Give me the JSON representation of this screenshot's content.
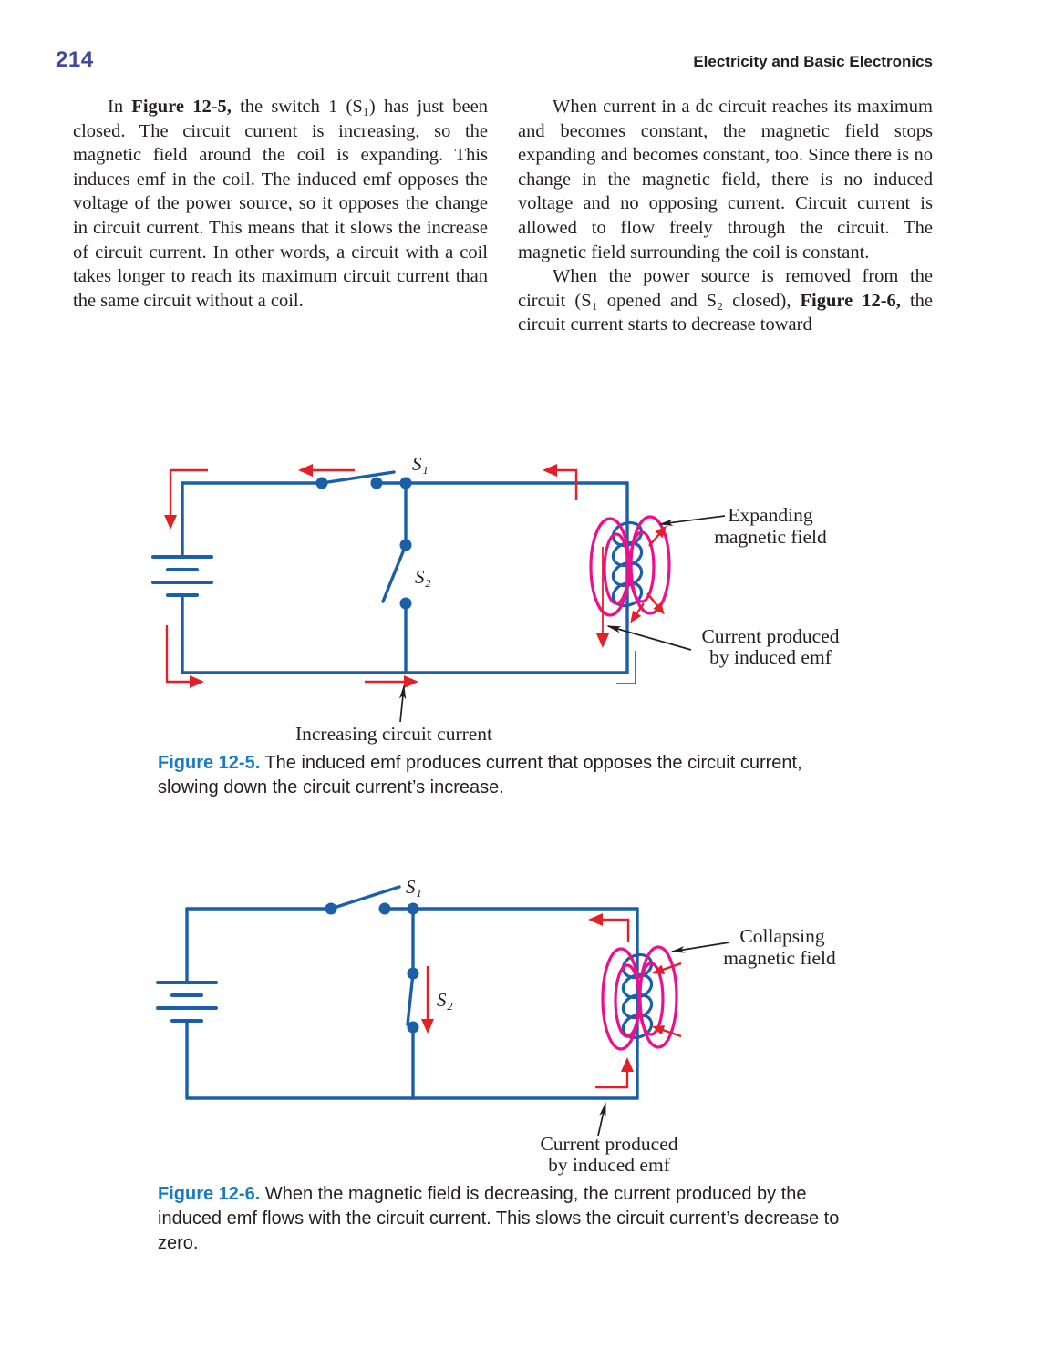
{
  "page": {
    "number": "214",
    "header": "Electricity and Basic Electronics"
  },
  "colors": {
    "circuit_blue": "#1b5fa9",
    "field_magenta": "#ec108e",
    "arrow_red": "#e32028",
    "caption_blue": "#1a7ac4",
    "page_number_blue": "#3f4a9c",
    "text": "#231f20"
  },
  "columns": {
    "left": [
      {
        "indent": true,
        "segments": [
          {
            "text": "In "
          },
          {
            "text": "Figure 12-5,",
            "bold": true
          },
          {
            "text": " the switch 1 (S₁) has just been closed. The circuit current is increasing, so the magnetic field around the coil is expanding. This induces emf in the coil. The induced emf opposes the voltage of the power source, so it opposes the change in circuit current. This means that it slows the increase of circuit current. In other words, a circuit with a coil takes longer to reach its maximum circuit current than the same circuit without a coil."
          }
        ]
      }
    ],
    "right": [
      {
        "indent": true,
        "segments": [
          {
            "text": "When current in a dc circuit reaches its maximum and becomes constant, the magnetic field stops expanding and becomes constant, too. Since there is no change in the magnetic field, there is no induced voltage and no opposing current. Circuit current is allowed to flow freely through the circuit. The magnetic field surrounding the coil is constant."
          }
        ]
      },
      {
        "indent": true,
        "segments": [
          {
            "text": "When the power source is removed from the circuit (S₁ opened and S₂ closed), "
          },
          {
            "text": "Figure 12-6,",
            "bold": true
          },
          {
            "text": " the circuit current starts to decrease toward"
          }
        ]
      }
    ]
  },
  "figure1": {
    "switch1_label": "S₁",
    "switch2_label": "S₂",
    "label_expanding_1": "Expanding",
    "label_expanding_2": "magnetic field",
    "label_current_1": "Current produced",
    "label_current_2": "by induced emf",
    "label_increasing": "Increasing circuit current",
    "caption_label": "Figure 12-5.",
    "caption_text": " The induced emf produces current that opposes the circuit current, slowing down the circuit current’s increase."
  },
  "figure2": {
    "switch1_label": "S₁",
    "switch2_label": "S₂",
    "label_collapsing_1": "Collapsing",
    "label_collapsing_2": "magnetic field",
    "label_current_1": "Current produced",
    "label_current_2": "by induced emf",
    "caption_label": "Figure 12-6.",
    "caption_text": " When the magnetic field is decreasing, the current produced by the induced emf flows with the circuit current. This slows the circuit current’s decrease to zero."
  }
}
